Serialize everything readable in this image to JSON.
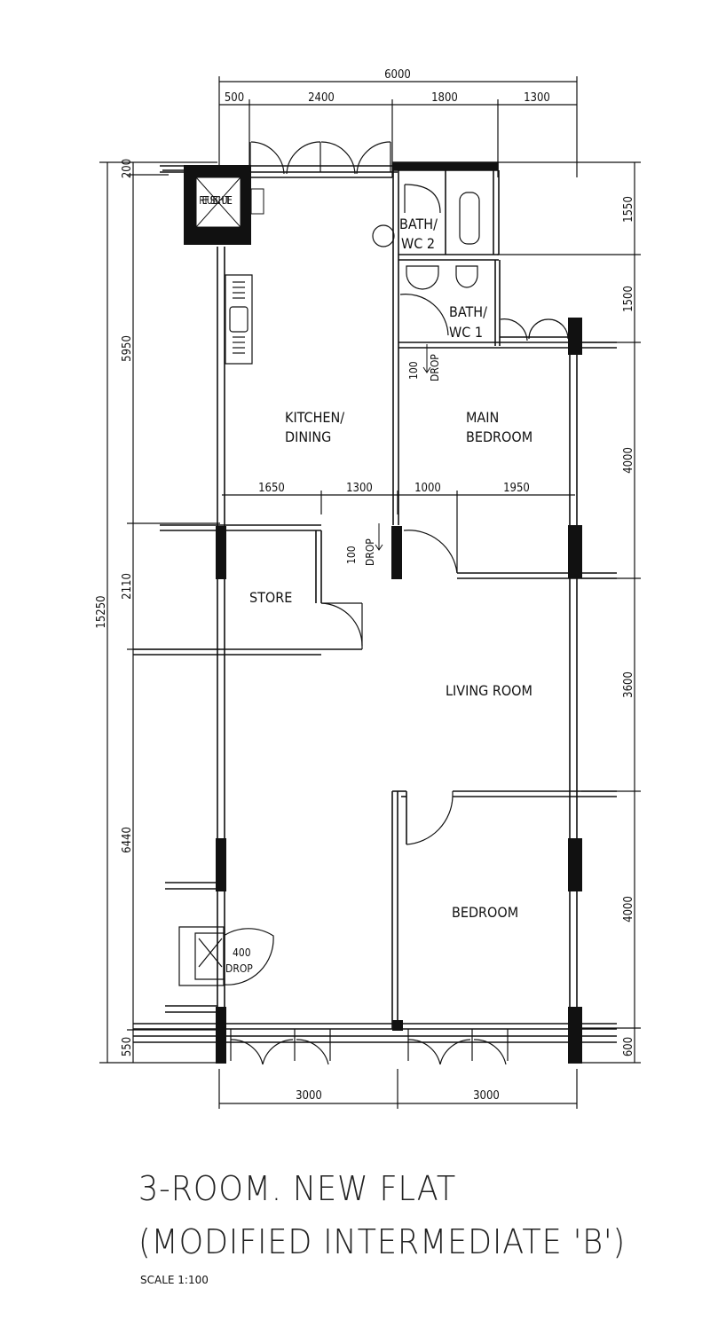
{
  "dimensions": {
    "top_total": "6000",
    "top_segments": [
      "500",
      "2400",
      "1800",
      "1300"
    ],
    "mid_segments": [
      "1650",
      "1300",
      "1000",
      "1950"
    ],
    "bottom_segments": [
      "3000",
      "3000"
    ],
    "left_total": "15250",
    "left_segments": [
      "200",
      "5950",
      "2110",
      "6440",
      "550"
    ],
    "right_segments": [
      "1550",
      "1500",
      "4000",
      "3600",
      "4000",
      "600"
    ]
  },
  "rooms": {
    "refuse_chute": "REFUSE CHUTE",
    "bath_wc2_line1": "BATH/",
    "bath_wc2_line2": "WC 2",
    "bath_wc1_line1": "BATH/",
    "bath_wc1_line2": "WC 1",
    "kitchen_line1": "KITCHEN/",
    "kitchen_line2": "DINING",
    "main_bedroom_line1": "MAIN",
    "main_bedroom_line2": "BEDROOM",
    "store": "STORE",
    "living_room": "LIVING ROOM",
    "bedroom": "BEDROOM",
    "drop1_num": "100",
    "drop1_word": "DROP",
    "drop2_num": "100",
    "drop2_word": "DROP",
    "drop3_num": "400",
    "drop3_word": "DROP"
  },
  "title": {
    "line1": "3-ROOM. NEW FLAT",
    "line2": "(MODIFIED INTERMEDIATE 'B')",
    "scale": "SCALE   1:100"
  }
}
